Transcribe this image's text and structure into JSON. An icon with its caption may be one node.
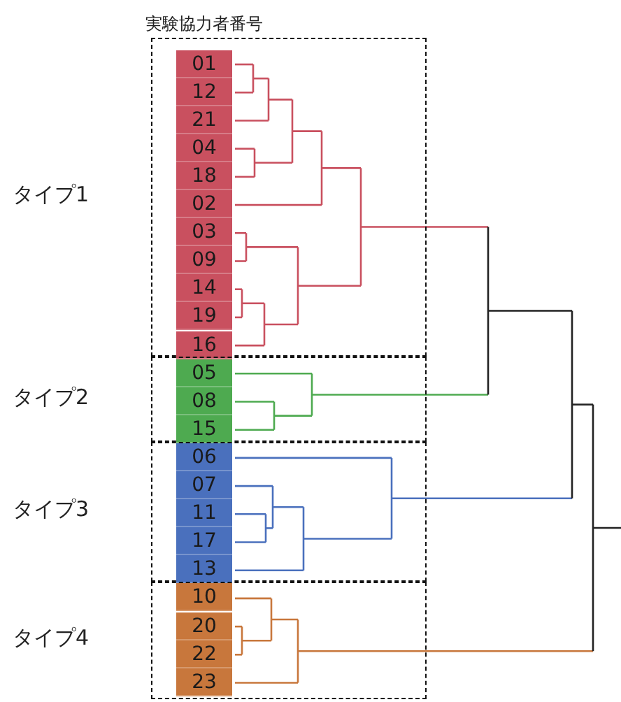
{
  "diagram": {
    "nodes": [
      {
        "text": [
          "タイプ1"
        ]
      },
      {
        "text": [
          "01"
        ],
        "in": 0
      },
      {
        "text": [
          "12"
        ],
        "in": 0
      },
      {
        "text": [
          "21"
        ],
        "in": 0
      },
      {
        "text": [
          "04"
        ],
        "in": 0
      },
      {
        "text": [
          "18"
        ],
        "in": 0
      },
      {
        "text": [
          "02"
        ],
        "in": 0
      },
      {
        "text": [
          "03"
        ],
        "in": 0
      },
      {
        "text": [
          "09"
        ],
        "in": 0
      },
      {
        "text": [
          "14"
        ],
        "in": 0
      },
      {
        "text": [
          "19"
        ],
        "in": 0
      },
      {
        "text": [
          "16"
        ],
        "in": 0
      },
      {
        "text": [
          "タイプ2"
        ]
      },
      {
        "text": [
          "05"
        ],
        "in": 12
      },
      {
        "text": [
          "08"
        ],
        "in": 12
      },
      {
        "text": [
          "15"
        ],
        "in": 12
      },
      {
        "text": [
          "タイプ3"
        ]
      },
      {
        "text": [
          "06"
        ],
        "in": 16
      },
      {
        "text": [
          "07"
        ],
        "in": 16
      },
      {
        "text": [
          "11"
        ],
        "in": 16
      },
      {
        "text": [
          "17"
        ],
        "in": 16
      },
      {
        "text": [
          "13"
        ],
        "in": 16
      },
      {
        "text": [
          "タイプ4"
        ]
      },
      {
        "text": [
          "10"
        ],
        "in": 22
      },
      {
        "text": [
          "20"
        ],
        "in": 22
      },
      {
        "text": [
          "22"
        ],
        "in": 22
      },
      {
        "text": [
          "23"
        ],
        "in": 22
      }
    ],
    "labels": [
      "実験協力者番号"
    ]
  }
}
